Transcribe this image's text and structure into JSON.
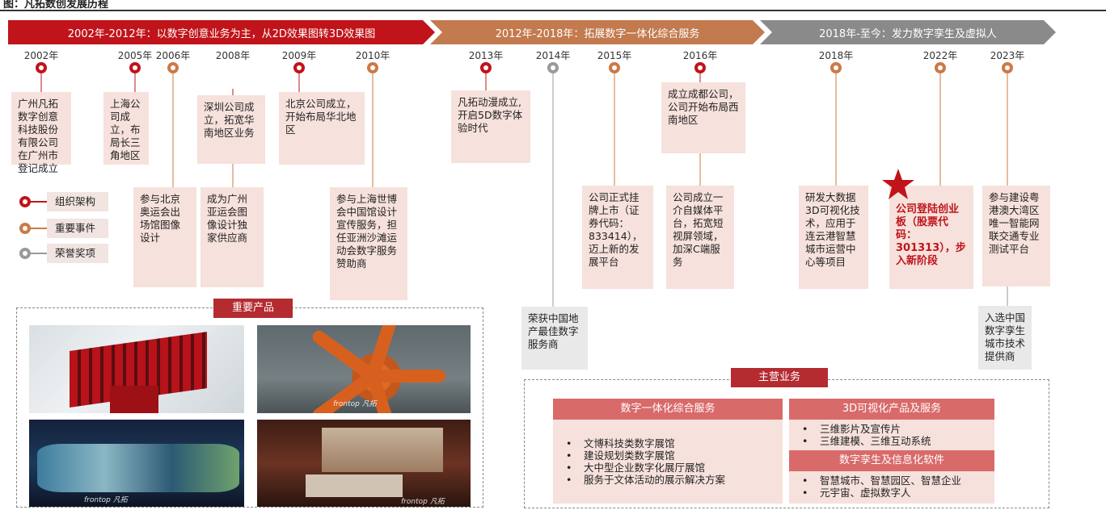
{
  "heading": "图：凡拓数创发展历程",
  "phases": [
    {
      "label": "2002年-2012年：以数字创意业务为主，从2D效果图转3D效果图",
      "color": "#c0141a"
    },
    {
      "label": "2012年-2018年：拓展数字一体化综合服务",
      "color": "#c27a4e"
    },
    {
      "label": "2018年-至今：发力数字孪生及虚拟人",
      "color": "#8a8a8a"
    }
  ],
  "years": [
    "2002年",
    "2005年",
    "2006年",
    "2008年",
    "2009年",
    "2010年",
    "2013年",
    "2014年",
    "2015年",
    "2016年",
    "2018年",
    "2022年",
    "2023年"
  ],
  "events": {
    "e2002": "广州凡拓数字创意科技股份有限公司在广州市登记成立",
    "e2005": "上海公司成立，布局长三角地区",
    "e2006": "参与北京奥运会出场馆图像设计",
    "e2008a": "深圳公司成立，拓宽华南地区业务",
    "e2008b": "成为广州亚运会图像设计独家供应商",
    "e2009": "北京公司成立，开始布局华北地区",
    "e2010": "参与上海世博会中国馆设计宣传服务，担任亚洲沙滩运动会数字服务赞助商",
    "e2013": "凡拓动漫成立,开启5D数字体验时代",
    "e2014": "荣获中国地产最佳数字服务商",
    "e2015": "公司正式挂牌上市（证券代码：833414），迈上新的发展平台",
    "e2016a": "成立成都公司，公司开始布局西南地区",
    "e2016b": "公司成立一介自媒体平台，拓宽短视屏领域，加深C端服务",
    "e2018": "研发大数据3D可视化技术，应用于连云港智慧城市运营中心等项目",
    "e2022": "公司登陆创业板（股票代码：301313），步入新阶段",
    "e2023a": "参与建设粤港澳大湾区唯一智能网联交通专业测试平台",
    "e2023b": "入选中国数字孪生城市技术提供商"
  },
  "legend": [
    {
      "label": "组织架构",
      "color": "#c0141a"
    },
    {
      "label": "重要事件",
      "color": "#cc7a45"
    },
    {
      "label": "荣誉奖项",
      "color": "#9a9a9a"
    }
  ],
  "products": {
    "title": "重要产品",
    "watermark": "frontop 凡拓"
  },
  "business": {
    "title": "主营业务",
    "integrated": {
      "title": "数字一体化综合服务",
      "items": [
        "文博科技类数字展馆",
        "建设规划类数字展馆",
        "大中型企业数字化展厅展馆",
        "服务于文体活动的展示解决方案"
      ]
    },
    "viz": {
      "title": "3D可视化产品及服务",
      "items": [
        "三维影片及宣传片",
        "三维建模、三维互动系统"
      ]
    },
    "twin": {
      "title": "数字孪生及信息化软件",
      "items": [
        "智慧城市、智慧园区、智慧企业",
        "元宇宙、虚拟数字人"
      ]
    }
  },
  "colors": {
    "red": "#c0141a",
    "orange": "#cc7a45",
    "grey": "#9a9a9a",
    "box": "#f6e1dc",
    "tag": "#b42b30"
  }
}
